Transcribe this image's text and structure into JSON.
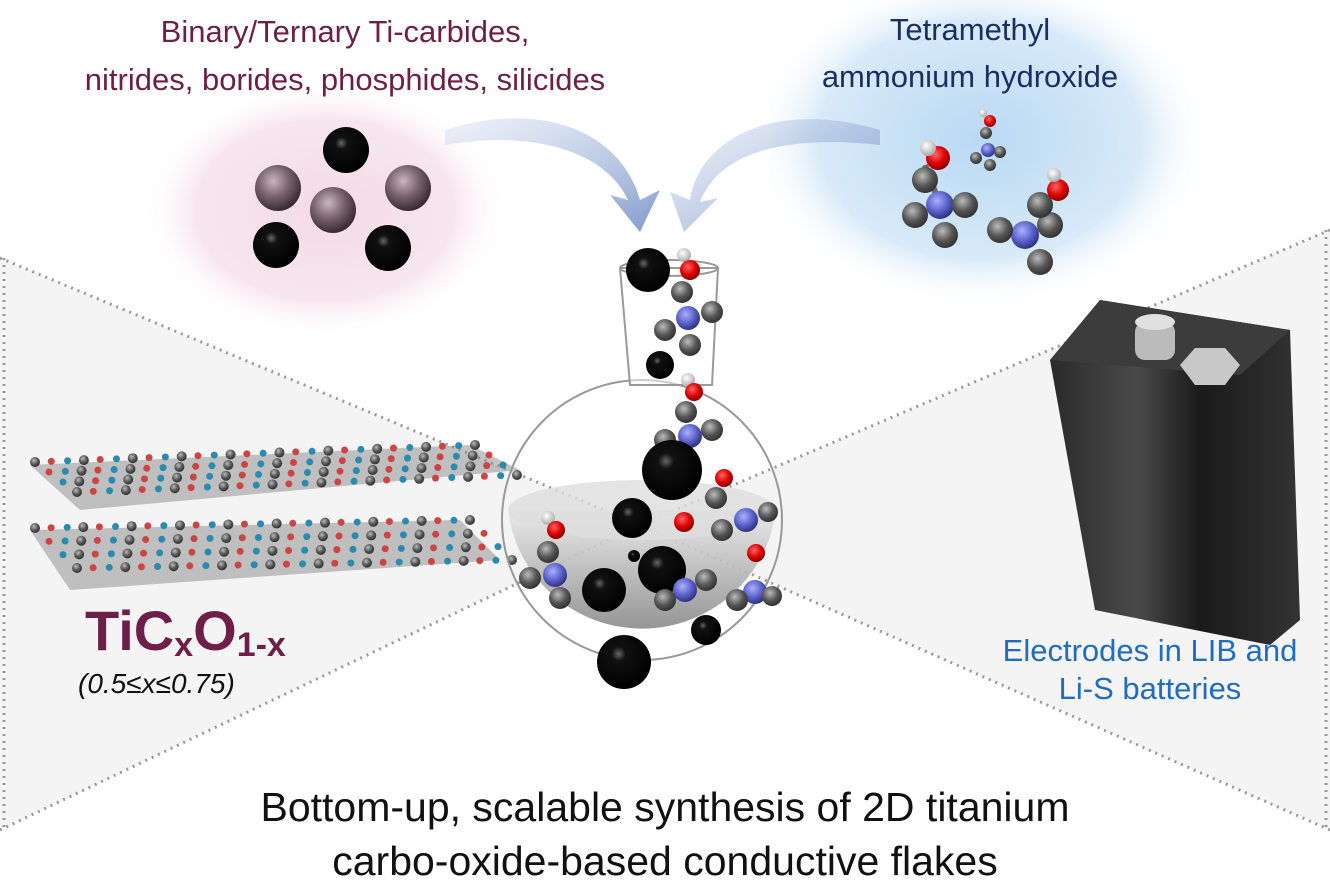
{
  "precursor_label": [
    "Binary/Ternary Ti-carbides,",
    "nitrides, borides, phosphides, silicides"
  ],
  "reagent_label": [
    "Tetramethyl",
    "ammonium hydroxide"
  ],
  "product_formula": {
    "base": "TiC",
    "sub1": "x",
    "mid": "O",
    "sub2": "1-x"
  },
  "product_range": "(0.5≤x≤0.75)",
  "application_label": [
    "Electrodes in LIB and",
    "Li-S batteries"
  ],
  "title": [
    "Bottom-up, scalable synthesis of 2D titanium",
    "carbo-oxide-based conductive flakes"
  ],
  "colors": {
    "precursor": "#6e1f48",
    "reagent": "#1b2f63",
    "application": "#1f6cc0",
    "arrow": "#8aa3d0"
  }
}
